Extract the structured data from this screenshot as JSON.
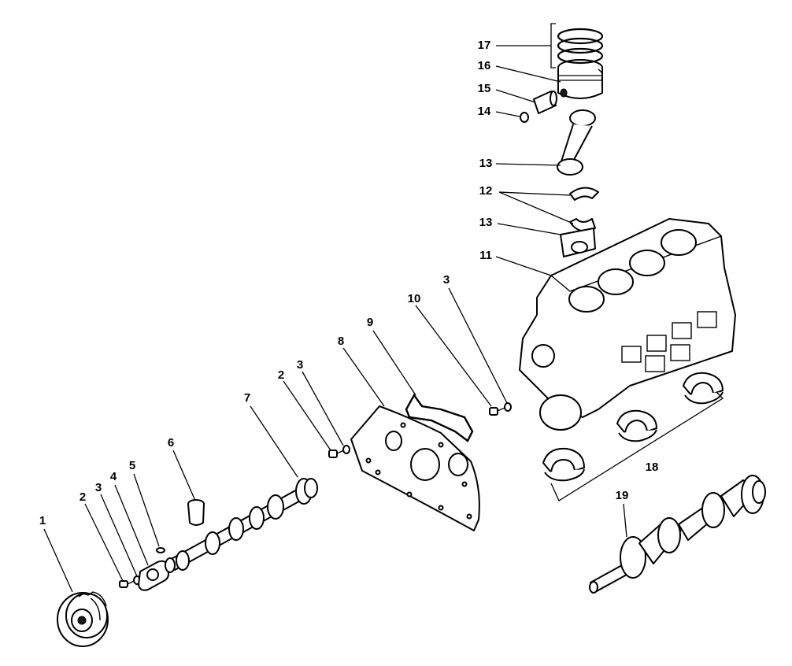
{
  "labels": [
    {
      "id": "1",
      "text": "1",
      "part": "timing-gear"
    },
    {
      "id": "2a",
      "text": "2",
      "part": "bolt"
    },
    {
      "id": "3a",
      "text": "3",
      "part": "washer"
    },
    {
      "id": "4",
      "text": "4",
      "part": "thrust-plate"
    },
    {
      "id": "5",
      "text": "5",
      "part": "key"
    },
    {
      "id": "6",
      "text": "6",
      "part": "tappet"
    },
    {
      "id": "7",
      "text": "7",
      "part": "camshaft"
    },
    {
      "id": "2b",
      "text": "2",
      "part": "bolt"
    },
    {
      "id": "3b",
      "text": "3",
      "part": "washer"
    },
    {
      "id": "8",
      "text": "8",
      "part": "front-plate"
    },
    {
      "id": "9",
      "text": "9",
      "part": "gasket"
    },
    {
      "id": "10",
      "text": "10",
      "part": "bolt"
    },
    {
      "id": "3c",
      "text": "3",
      "part": "washer"
    },
    {
      "id": "11",
      "text": "11",
      "part": "cylinder-block"
    },
    {
      "id": "13a",
      "text": "13",
      "part": "connecting-rod-cap"
    },
    {
      "id": "12",
      "text": "12",
      "part": "rod-bearings"
    },
    {
      "id": "13b",
      "text": "13",
      "part": "connecting-rod"
    },
    {
      "id": "14",
      "text": "14",
      "part": "snap-ring"
    },
    {
      "id": "15",
      "text": "15",
      "part": "piston-pin"
    },
    {
      "id": "16",
      "text": "16",
      "part": "piston"
    },
    {
      "id": "17",
      "text": "17",
      "part": "piston-rings"
    },
    {
      "id": "18",
      "text": "18",
      "part": "main-bearings"
    },
    {
      "id": "19",
      "text": "19",
      "part": "crankshaft"
    }
  ]
}
